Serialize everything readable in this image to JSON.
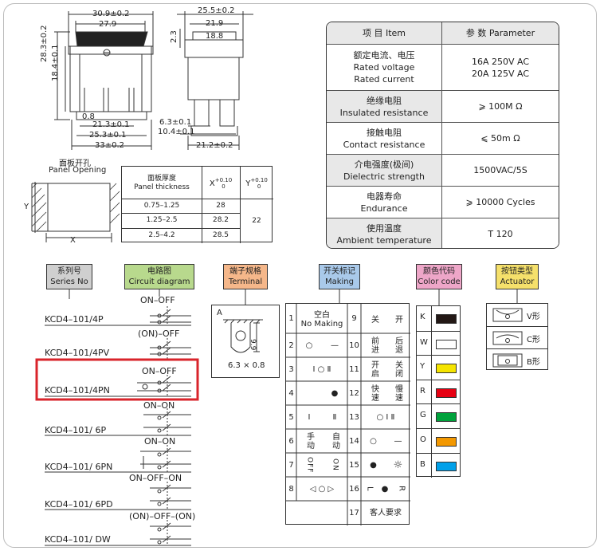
{
  "dimensions": {
    "front": {
      "overall_width": "30.9±0.2",
      "inner_width": "27.9",
      "height_left": "28.3±0.2",
      "height_inner": "18.4±0.1",
      "pin_gap": "0.8",
      "pin_span_1": "21.3±0.1",
      "pin_span_2": "25.3±0.1",
      "base_width": "33±0.2"
    },
    "side": {
      "overall_width": "25.5±0.2",
      "width_2": "21.9",
      "width_3": "18.8",
      "height_top": "2.3",
      "terminal_1": "6.3±0.1",
      "terminal_2": "10.4±0.1",
      "base_width": "21.2±0.2"
    }
  },
  "panel_opening": {
    "title_cn": "面板开孔",
    "title_en": "Panel Opening",
    "x_label": "X",
    "y_label": "Y"
  },
  "thickness_table": {
    "header_cn": "面板厚度",
    "header_en": "Panel thickness",
    "x_header": "X",
    "x_tol": "+0.10",
    "x_tol2": "0",
    "y_header": "Y",
    "y_tol": "+0.10",
    "y_tol2": "0",
    "rows": [
      {
        "thickness": "0.75–1.25",
        "x": "28"
      },
      {
        "thickness": "1.25–2.5",
        "x": "28.2"
      },
      {
        "thickness": "2.5–4.2",
        "x": "28.5"
      }
    ],
    "y_value": "22"
  },
  "param_table": {
    "header_item": "项  目   Item",
    "header_param": "参  数   Parameter",
    "rows": [
      {
        "cn": "额定电流、电压",
        "en1": "Rated voltage",
        "en2": "Rated current",
        "v1": "16A  250V AC",
        "v2": "20A 125V AC"
      },
      {
        "cn": "绝缘电阻",
        "en1": "Insulated resistance",
        "en2": "",
        "v1": "⩾ 100M Ω",
        "v2": ""
      },
      {
        "cn": "接触电阻",
        "en1": "Contact resistance",
        "en2": "",
        "v1": "⩽ 50m Ω",
        "v2": ""
      },
      {
        "cn": "介电强度(极间)",
        "en1": "Dielectric strength",
        "en2": "",
        "v1": "1500VAC/5S",
        "v2": ""
      },
      {
        "cn": "电器寿命",
        "en1": "Endurance",
        "en2": "",
        "v1": "⩾ 10000 Cycles",
        "v2": ""
      },
      {
        "cn": "使用温度",
        "en1": "Ambient temperature",
        "en2": "",
        "v1": "T 120",
        "v2": ""
      }
    ]
  },
  "headers": {
    "series": {
      "cn": "系列号",
      "en": "Series No"
    },
    "circuit": {
      "cn": "电路图",
      "en": "Circuit diagram"
    },
    "terminal": {
      "cn": "端子规格",
      "en": "Terminal"
    },
    "making": {
      "cn": "开关标记",
      "en": "Making"
    },
    "color": {
      "cn": "颜色代码",
      "en": "Color code"
    },
    "actuator": {
      "cn": "按钮类型",
      "en": "Actuator"
    }
  },
  "models": [
    {
      "name": "KCD4–101/4P",
      "circuit": "ON–OFF"
    },
    {
      "name": "KCD4–101/4PV",
      "circuit": "(ON)–OFF"
    },
    {
      "name": "KCD4–101/4PN",
      "circuit": "ON–OFF"
    },
    {
      "name": "KCD4–101/ 6P",
      "circuit": "ON–ON"
    },
    {
      "name": "KCD4–101/ 6PN",
      "circuit": "ON–ON"
    },
    {
      "name": "KCD4–101/ 6PD",
      "circuit": "ON–OFF–ON"
    },
    {
      "name": "KCD4–101/ DW",
      "circuit": "(ON)–OFF–(ON)"
    }
  ],
  "terminal": {
    "label_a": "A",
    "dim_height": "9.9",
    "dim_size": "6.3 × 0.8"
  },
  "making": {
    "n1": "1",
    "blank_cn": "空白",
    "blank_en": "No Making",
    "n2": "2",
    "m2a": "○",
    "m2b": "—",
    "n3": "3",
    "m3": "Ⅰ  ○  Ⅱ",
    "n4": "4",
    "m4": "●",
    "n5": "5",
    "m5a": "Ⅰ",
    "m5b": "Ⅱ",
    "n6": "6",
    "m6a": "手动",
    "m6b": "自动",
    "n7": "7",
    "m7a": "OFF",
    "m7b": "ON",
    "n8": "8",
    "m8": "◁  ○  ▷",
    "n9": "9",
    "m9a": "关",
    "m9b": "开",
    "n10": "10",
    "m10a": "前进",
    "m10b": "后退",
    "n11": "11",
    "m11a": "开启",
    "m11b": "关闭",
    "n12": "12",
    "m12a": "快速",
    "m12b": "慢速",
    "n13": "13",
    "m13": "○  Ⅰ  Ⅱ",
    "n14": "14",
    "m14a": "○",
    "m14b": "—",
    "n15": "15",
    "m15a": "●",
    "m15b": "☼",
    "n16": "16",
    "m16a": "L",
    "m16b": "●",
    "m16c": "R",
    "n17": "17",
    "m17": "客人要求"
  },
  "colors": [
    {
      "code": "K",
      "hex": "#231815"
    },
    {
      "code": "W",
      "hex": "#ffffff"
    },
    {
      "code": "Y",
      "hex": "#f5e400"
    },
    {
      "code": "R",
      "hex": "#e60012"
    },
    {
      "code": "G",
      "hex": "#00a23c"
    },
    {
      "code": "O",
      "hex": "#f39800"
    },
    {
      "code": "B",
      "hex": "#00a0e9"
    }
  ],
  "actuators": [
    {
      "label": "V形"
    },
    {
      "label": "C形"
    },
    {
      "label": "B形"
    }
  ],
  "highlight_color": "#d9242b"
}
